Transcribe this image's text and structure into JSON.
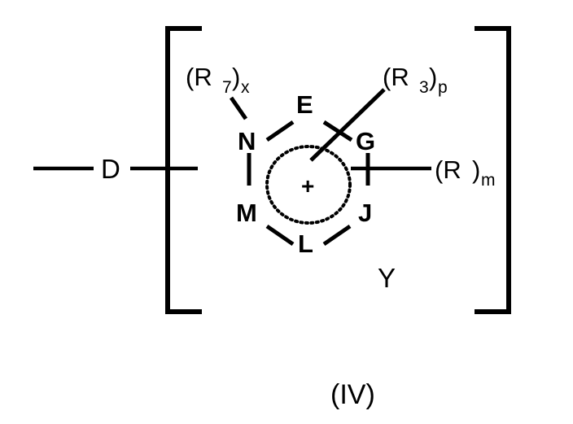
{
  "figure": {
    "label": "(IV)",
    "kind": "chemical-structure-diagram",
    "description": "Markush chemical structure of formula (IV): a cationic aromatic six-membered ring bearing atoms N, E, G, J, L, M, attached through D, with substituents (R7)x, (R3)p and (R)m, and counterion Y, all enclosed in square brackets."
  },
  "ring": {
    "atoms": [
      {
        "id": "atom-n",
        "label": "N"
      },
      {
        "id": "atom-e",
        "label": "E"
      },
      {
        "id": "atom-g",
        "label": "G"
      },
      {
        "id": "atom-j",
        "label": "J"
      },
      {
        "id": "atom-l",
        "label": "L"
      },
      {
        "id": "atom-m",
        "label": "M"
      }
    ],
    "charge": "+",
    "aromatic_marker": "dotted-circle"
  },
  "substituents": {
    "r7": {
      "base": "(R",
      "sub": "7",
      "close": ")",
      "multiplier": "x",
      "full": "(R7)x"
    },
    "r3": {
      "base": "(R",
      "sub": "3",
      "close": ")",
      "multiplier": "p",
      "full": "(R3)p"
    },
    "r": {
      "base": "(R",
      "sub": "",
      "close": ")",
      "multiplier": "m",
      "full": "(R)m"
    }
  },
  "attachment": {
    "d_label": "D"
  },
  "counterion": {
    "label": "Y"
  },
  "colors": {
    "ink": "#000000",
    "background": "#ffffff"
  }
}
